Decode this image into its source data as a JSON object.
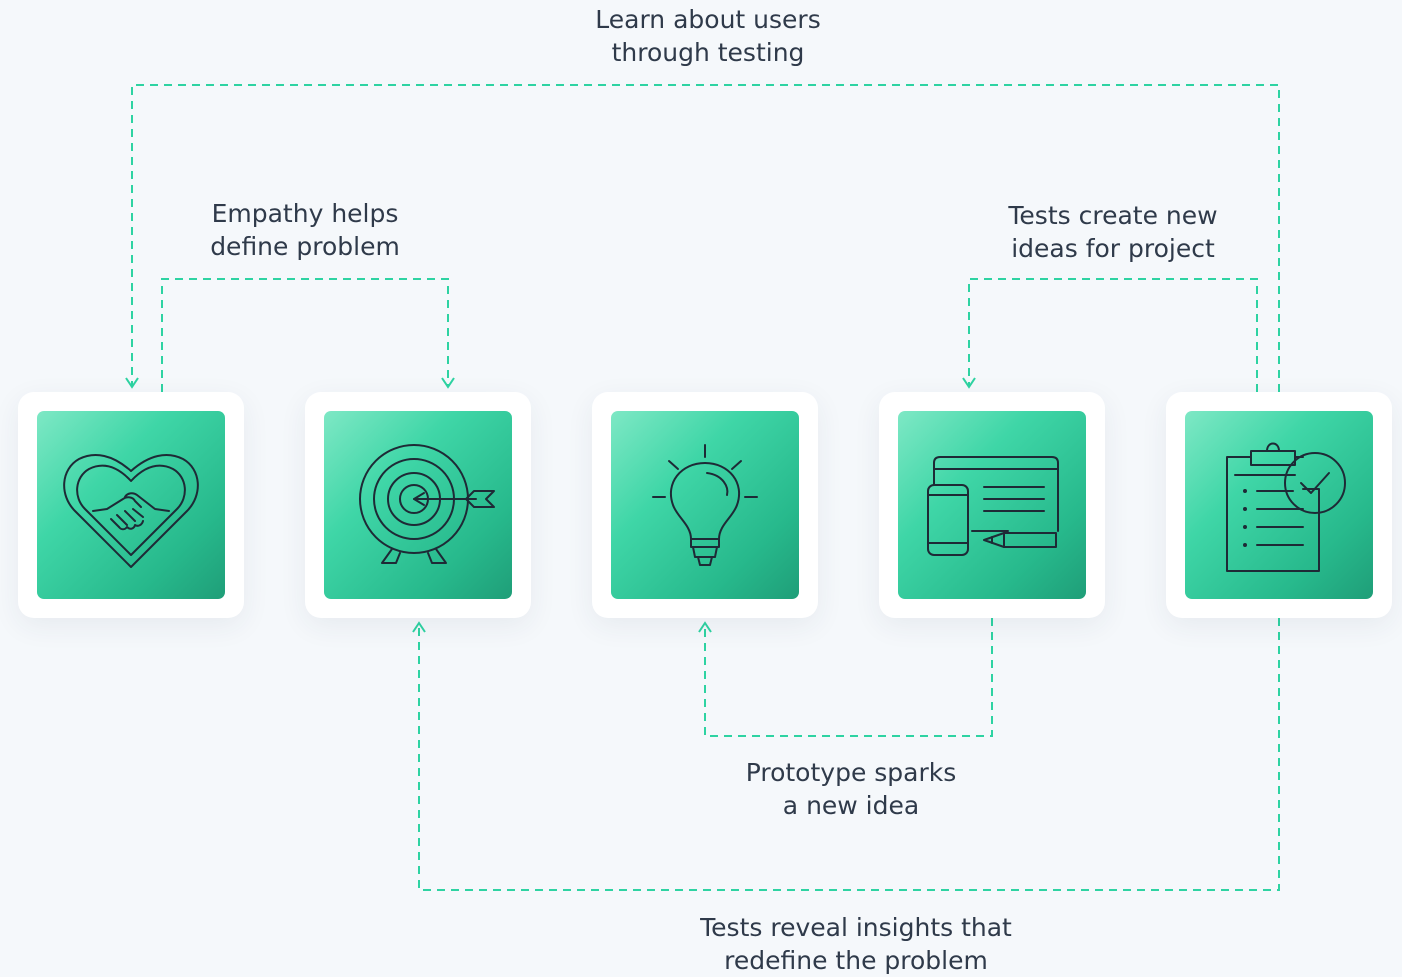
{
  "labels": {
    "learn_users": [
      "Learn about users",
      "through testing"
    ],
    "empathy_defines": [
      "Empathy helps",
      "define problem"
    ],
    "tests_ideas": [
      "Tests create new",
      "ideas for project"
    ],
    "prototype_sparks": [
      "Prototype sparks",
      "a new idea"
    ],
    "tests_reveal": [
      "Tests reveal insights that",
      "redefine the problem"
    ]
  },
  "stages": [
    {
      "icon": "handshake-heart-icon"
    },
    {
      "icon": "target-arrow-icon"
    },
    {
      "icon": "lightbulb-icon"
    },
    {
      "icon": "devices-pencil-icon"
    },
    {
      "icon": "clipboard-check-icon"
    }
  ],
  "colors": {
    "background": "#f5f8fb",
    "connector": "#2ed3a2",
    "tile_gradient_start": "#7ee8c5",
    "tile_gradient_end": "#1f9e78",
    "icon_stroke": "#1e2a36",
    "text": "#2f3a4a"
  }
}
